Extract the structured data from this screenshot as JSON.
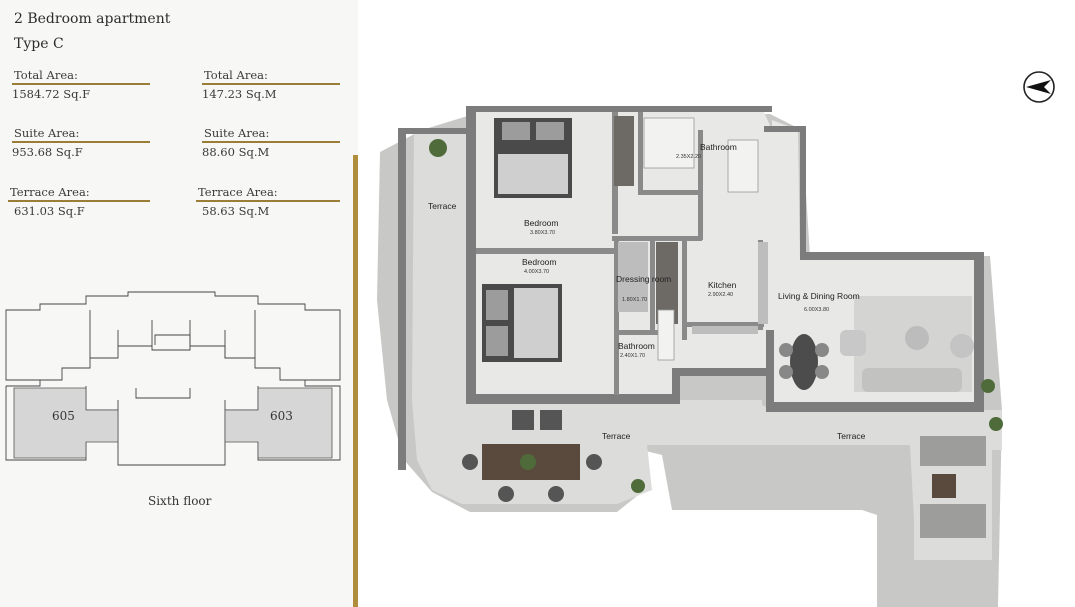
{
  "header": {
    "title": "2 Bedroom apartment",
    "type": "Type C"
  },
  "areas": [
    {
      "label": "Total Area:",
      "value": "1584.72 Sq.F"
    },
    {
      "label": "Total Area:",
      "value": "147.23 Sq.M"
    },
    {
      "label": "Suite Area:",
      "value": "953.68 Sq.F"
    },
    {
      "label": "Suite Area:",
      "value": "88.60 Sq.M"
    },
    {
      "label": "Terrace Area:",
      "value": "631.03 Sq.F"
    },
    {
      "label": "Terrace Area:",
      "value": "58.63 Sq.M"
    }
  ],
  "keyplan": {
    "units": [
      "605",
      "603"
    ],
    "floor": "Sixth floor"
  },
  "rooms": [
    {
      "name": "Terrace",
      "dims": ""
    },
    {
      "name": "Bedroom",
      "dims": "3.80X3.70"
    },
    {
      "name": "Bathroom",
      "dims": "2.35X2.20"
    },
    {
      "name": "Bedroom",
      "dims": "4.00X3.70"
    },
    {
      "name": "Dressing room",
      "dims": "1.80X1.70"
    },
    {
      "name": "Kitchen",
      "dims": "2.90X2.40"
    },
    {
      "name": "Living & Dining Room",
      "dims": "6.00X3.80"
    },
    {
      "name": "Bathroom",
      "dims": "2.40X1.70"
    },
    {
      "name": "Terrace",
      "dims": ""
    },
    {
      "name": "Terrace",
      "dims": ""
    }
  ],
  "colors": {
    "accent": "#b08d3a",
    "wall": "#7c7c7c",
    "floor": "#e6e6e4",
    "terrace": "#d9d9d7"
  },
  "icons": {
    "compass": "north-arrow-icon"
  }
}
